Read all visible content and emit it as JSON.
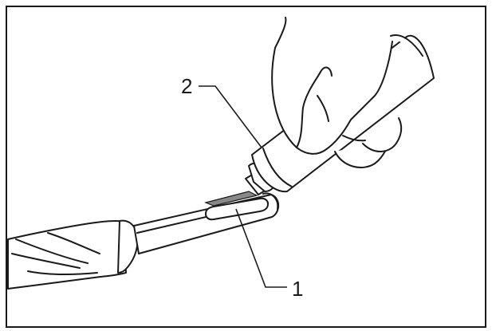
{
  "figure": {
    "callouts": [
      {
        "number": "1",
        "part": "drill-bit-shank"
      },
      {
        "number": "2",
        "part": "grease-tube"
      }
    ]
  },
  "colors": {
    "line": "#1a1a1a",
    "fill": "#ffffff",
    "shading": "#888888"
  }
}
